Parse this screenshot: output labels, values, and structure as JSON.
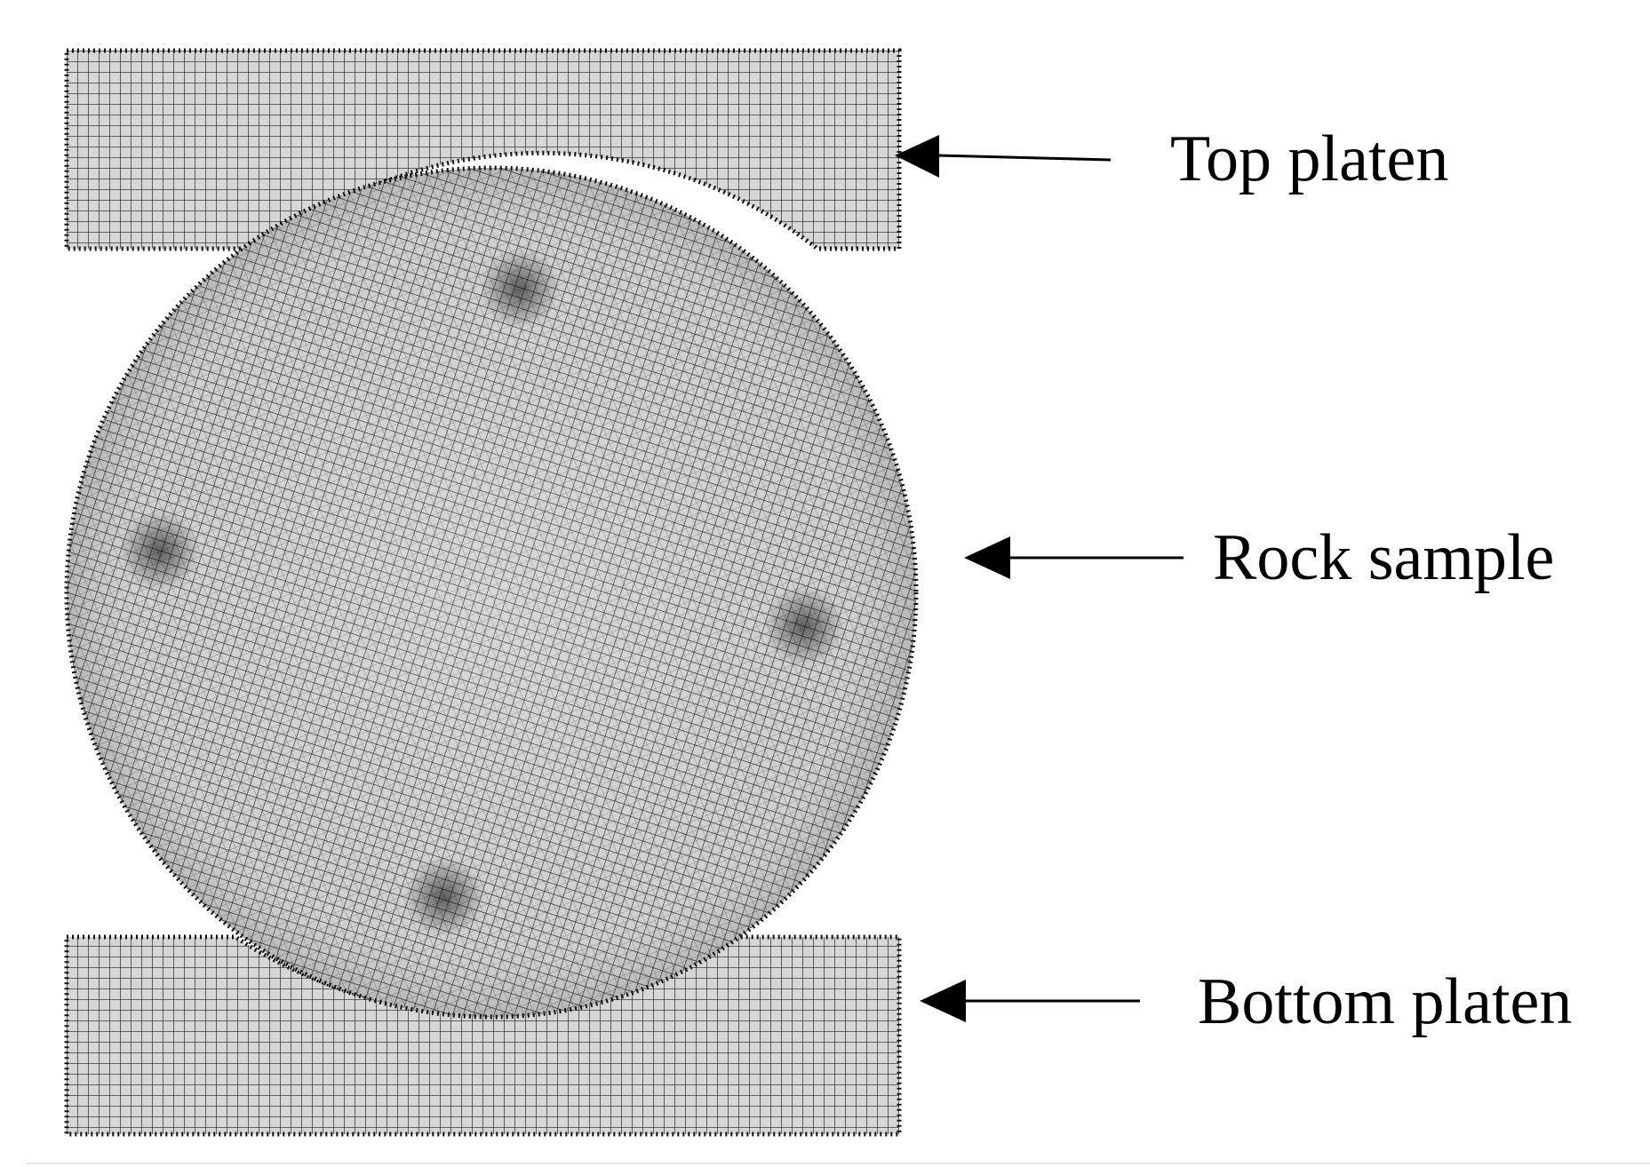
{
  "labels": {
    "top_platen": "Top platen",
    "rock_sample": "Rock sample",
    "bottom_platen": "Bottom platen"
  },
  "colors": {
    "mesh_fill": "#d4d4d4",
    "mesh_line": "#1a1a1a",
    "text": "#000000",
    "background": "#ffffff"
  }
}
